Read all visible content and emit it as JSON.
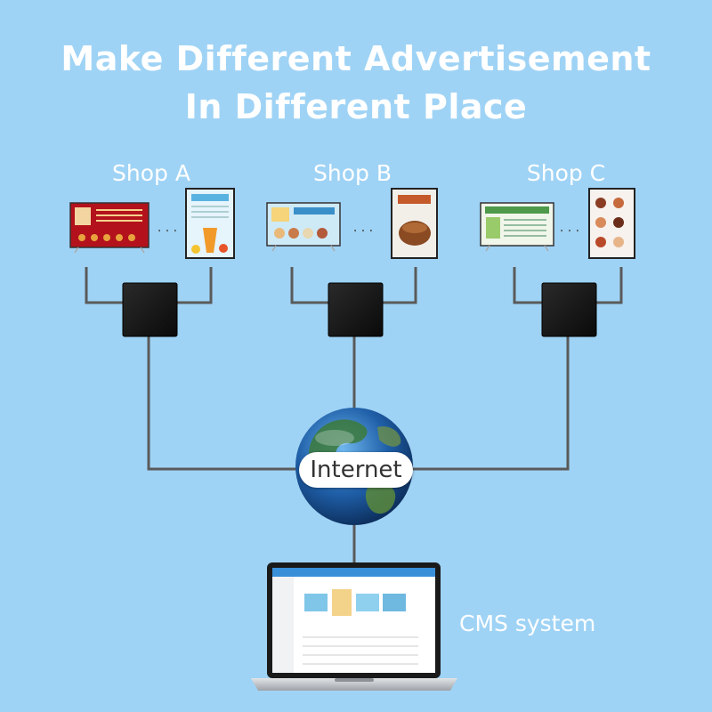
{
  "title": {
    "line1": "Make Different Advertisement",
    "line2": "In Different Place"
  },
  "shops": [
    {
      "label": "Shop A",
      "separator": "· · ·"
    },
    {
      "label": "Shop B",
      "separator": "· · ·"
    },
    {
      "label": "Shop C",
      "separator": "· · ·"
    }
  ],
  "internet_label": "Internet",
  "cms_label": "CMS system",
  "colors": {
    "background": "#9fd3f5",
    "connector": "#5a5a5a",
    "player_box": "#161616",
    "title_text": "#ffffff"
  }
}
